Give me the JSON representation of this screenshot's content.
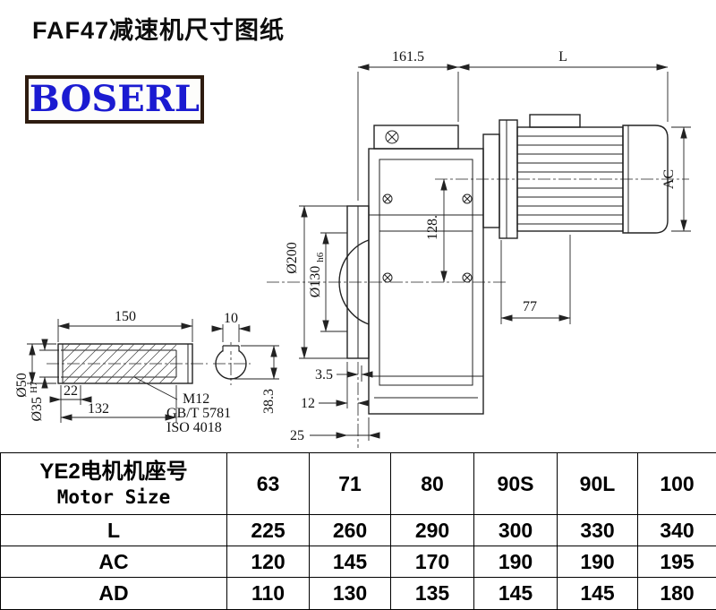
{
  "page": {
    "title": "FAF47减速机尺寸图纸",
    "logo_text": "BOSERL"
  },
  "drawing": {
    "dim_161_5": "161.5",
    "dim_L": "L",
    "dim_AC": "AC",
    "dim_200": "Ø200",
    "dim_130": "Ø130",
    "dim_130_tol": "h6",
    "dim_128": "128.",
    "dim_77": "77",
    "dim_150": "150",
    "dim_10": "10",
    "dim_50": "Ø50",
    "dim_35": "Ø35",
    "dim_35_tol": "H7",
    "dim_22": "22",
    "dim_132": "132",
    "thread": "M12",
    "std_gb": "GB/T 5781",
    "std_iso": "ISO 4018",
    "dim_3_5": "3.5",
    "dim_12": "12",
    "dim_25": "25",
    "dim_38_3": "38.3"
  },
  "table": {
    "header_cn": "YE2电机机座号",
    "header_en": "Motor Size",
    "sizes": [
      "63",
      "71",
      "80",
      "90S",
      "90L",
      "100"
    ],
    "rows": [
      {
        "label": "L",
        "values": [
          "225",
          "260",
          "290",
          "300",
          "330",
          "340"
        ]
      },
      {
        "label": "AC",
        "values": [
          "120",
          "145",
          "170",
          "190",
          "190",
          "195"
        ]
      },
      {
        "label": "AD",
        "values": [
          "110",
          "130",
          "135",
          "145",
          "145",
          "180"
        ]
      }
    ]
  }
}
